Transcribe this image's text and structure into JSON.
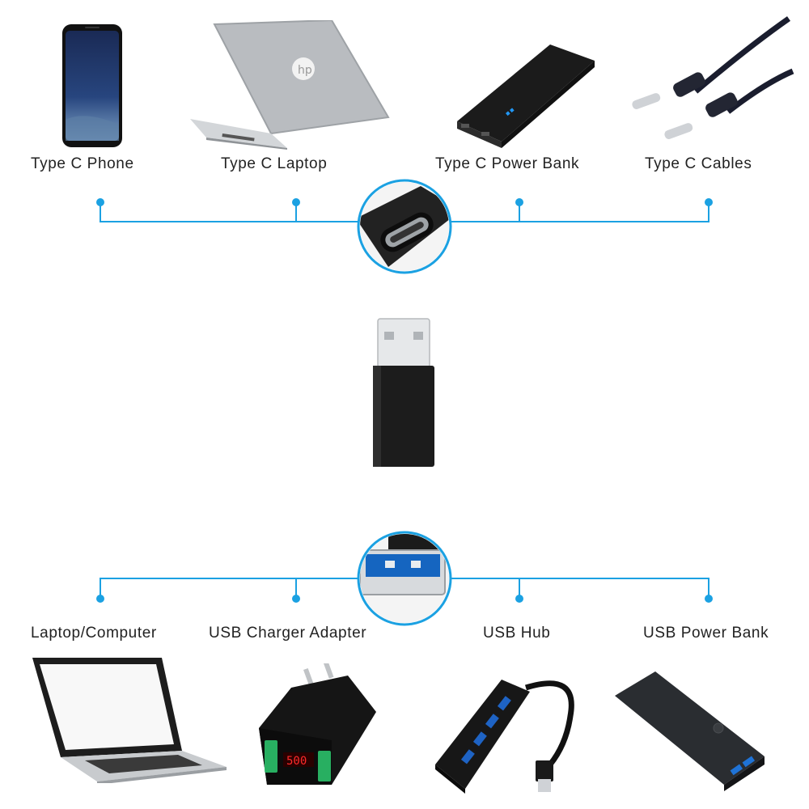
{
  "top": {
    "labels": [
      "Type C Phone",
      "Type C Laptop",
      "Type C Power Bank",
      "Type C Cables"
    ]
  },
  "bottom": {
    "labels": [
      "Laptop/Computer",
      "USB Charger Adapter",
      "USB Hub",
      "USB Power Bank"
    ],
    "charger_display": "500"
  },
  "colors": {
    "connector_line": "#1ba1e2",
    "device_black": "#1b1b1b",
    "usb_blue": "#1565c0"
  },
  "icons": [
    "phone-icon",
    "laptop-icon",
    "power-bank-icon",
    "type-c-cable-icon",
    "type-c-port-icon",
    "usb-adapter-icon",
    "usb-a-port-icon",
    "computer-icon",
    "charger-icon",
    "usb-hub-icon"
  ]
}
